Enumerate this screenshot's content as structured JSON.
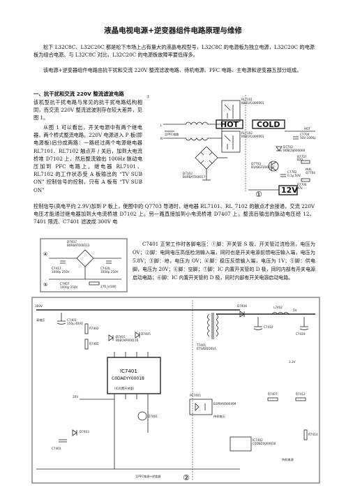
{
  "document": {
    "title": "液晶电视电源+逆变器组件电路原理与维修",
    "intro": "松下 L32C8C、L32C20C 都是松下市场上占有量大的液晶电视型号，L32C8C 的电源板为独立电源，L32C20C 的电源板为组合电源。与 L32C8C 对比，L32C20C 的电源板故障率要低得多。",
    "intro2": "该电源+逆变器组件电路由抗干扰和交流 220V 整流滤波电路、待机电源、PFC 电路、主电源和逆变器五部分组成。",
    "section1_heading": "一、抗干扰和交流 220V 整流滤波电路",
    "section1_p1": "该机型抗干扰电路与常见的抗干扰电路结构相同，而交流 220V 整流滤波则存在较大差异，见图 1。",
    "section1_p2": "从图 1 可以看出，开关电源中有两个继电器，两个桥式整流电路。220V 电源进入 P 板(即电源板)后分成两路：一路经过两个电源继电器 RL7101、RL7102 触点开 / 关后，加到大电流桥堆 D7102 上，然后整流输出 100Hz 脉动电压加到 PFC 电路上。继电器 RL7101、RL7102 的工作状态受 A 板输出的 “TV SUB ON” 控制信号的控制，只有 A 板有 “TV SUB ON”",
    "section1_p3": "控制信号(高电平约 2.9V)加到 P 板上，使图中的 Q7703 导通时，继电器 RL7101、RL_7102 的触点才会接通，交流 220V 电压才能通过继电器加到大电流桥堆 D7102 上。另一路直接加到小电流桥堆 D7407 上，整流后输出的脉动电压经 12、7401 限流、C7401 滤波成 300V 电",
    "section1_p4": "C7401 正常工作时各脚电压：①脚：开关管 S 极、开关管过流检测，电压为 OV；②脚：电网电压高低检测输入端，同时也是开关电源前馈电压输入端，电压为 5.8V；③脚：地，电压为 OV；④脚：稳压反馈输入端，电压为 1V；⑤脚：供电脚，电压为 20V；⑥脚：空脚；⑦脚：IC 内置开关管的 D 极，同时内部有开关电源启动电路；⑥脚：IC 内置开关管的 D 极，同时内部有开关电源启动电路。"
  },
  "fig1": {
    "hot": "HOT",
    "cold": "COLD",
    "v12": "12V",
    "marker": "①",
    "rl7101": "RL7101",
    "rl7101_part": "K8B1A1000001",
    "rl7102": "RL7102",
    "rl7102_part": "K6B1A1000001",
    "d7102": "D7102",
    "d7102_part": "B0RBAT000017",
    "q7703": "Q7703",
    "q7703_part": "B1ABGF000018",
    "d7702": "D7702",
    "d7702_part": "B0BC6J000068",
    "c7704": "C7704",
    "c7704_val": "50V 1000p",
    "c7702": "C7702",
    "c7702_val": "0.1μ 50V",
    "r7707": "R7707",
    "r7707_val": "820",
    "r7706": "R7706",
    "r7706_val": "47k",
    "hot_out": "HOT",
    "pfc": "至PFC电路",
    "standby": "待机",
    "standby_q": "Q7704",
    "l": "L",
    "n": "N"
  },
  "fig2": {
    "marker4": "④",
    "marker5": "⑤",
    "d7407": "D7407",
    "d7407_part": "B0RBAT000013",
    "c7417": "C7417",
    "c7417_val": "1000p 250V",
    "c7420": "C7420",
    "c7420_val": "1000p 250V",
    "c7407": "C7407",
    "c7407_val": "1000p 250V",
    "r7418": "270_k(1W)"
  },
  "fig3": {
    "marker2": "②",
    "ic7401": "IC7401",
    "ic7401_part": "C0DAEYY00018",
    "ic_note": "(IC内置开关管)",
    "pc7401": "PC7401",
    "pc7401_part": "B3PBA0000499",
    "ic7402": "IC7402",
    "ic7402_part": "C0DBZ0000018",
    "t7401": "T7401",
    "t7401_part": "ETS4EDD01A",
    "hv_note": "高电压",
    "standby_power": "待机电压",
    "v300": "300V",
    "v5": "5V",
    "v20": "20V",
    "c7401": "C7401",
    "c7401_val": "150μ 400V",
    "r7402": "R7402",
    "r7405": "R7405",
    "d7401": "D7401",
    "d7401_part": "B0ECKP000116",
    "d7405": "D7405",
    "q7401": "Q7401",
    "to_pfc_block": "至PFC电源+逆变器",
    "v3v3": "3.3V",
    "c7410": "C7410",
    "c7419": "C7419",
    "r7407": "R7407",
    "r7412": "R7412",
    "r7414": "R7414",
    "d7408": "D7408",
    "d7403": "D7403",
    "c7403": "C7403",
    "l7402": "L7402",
    "output_note": "待机电源"
  }
}
